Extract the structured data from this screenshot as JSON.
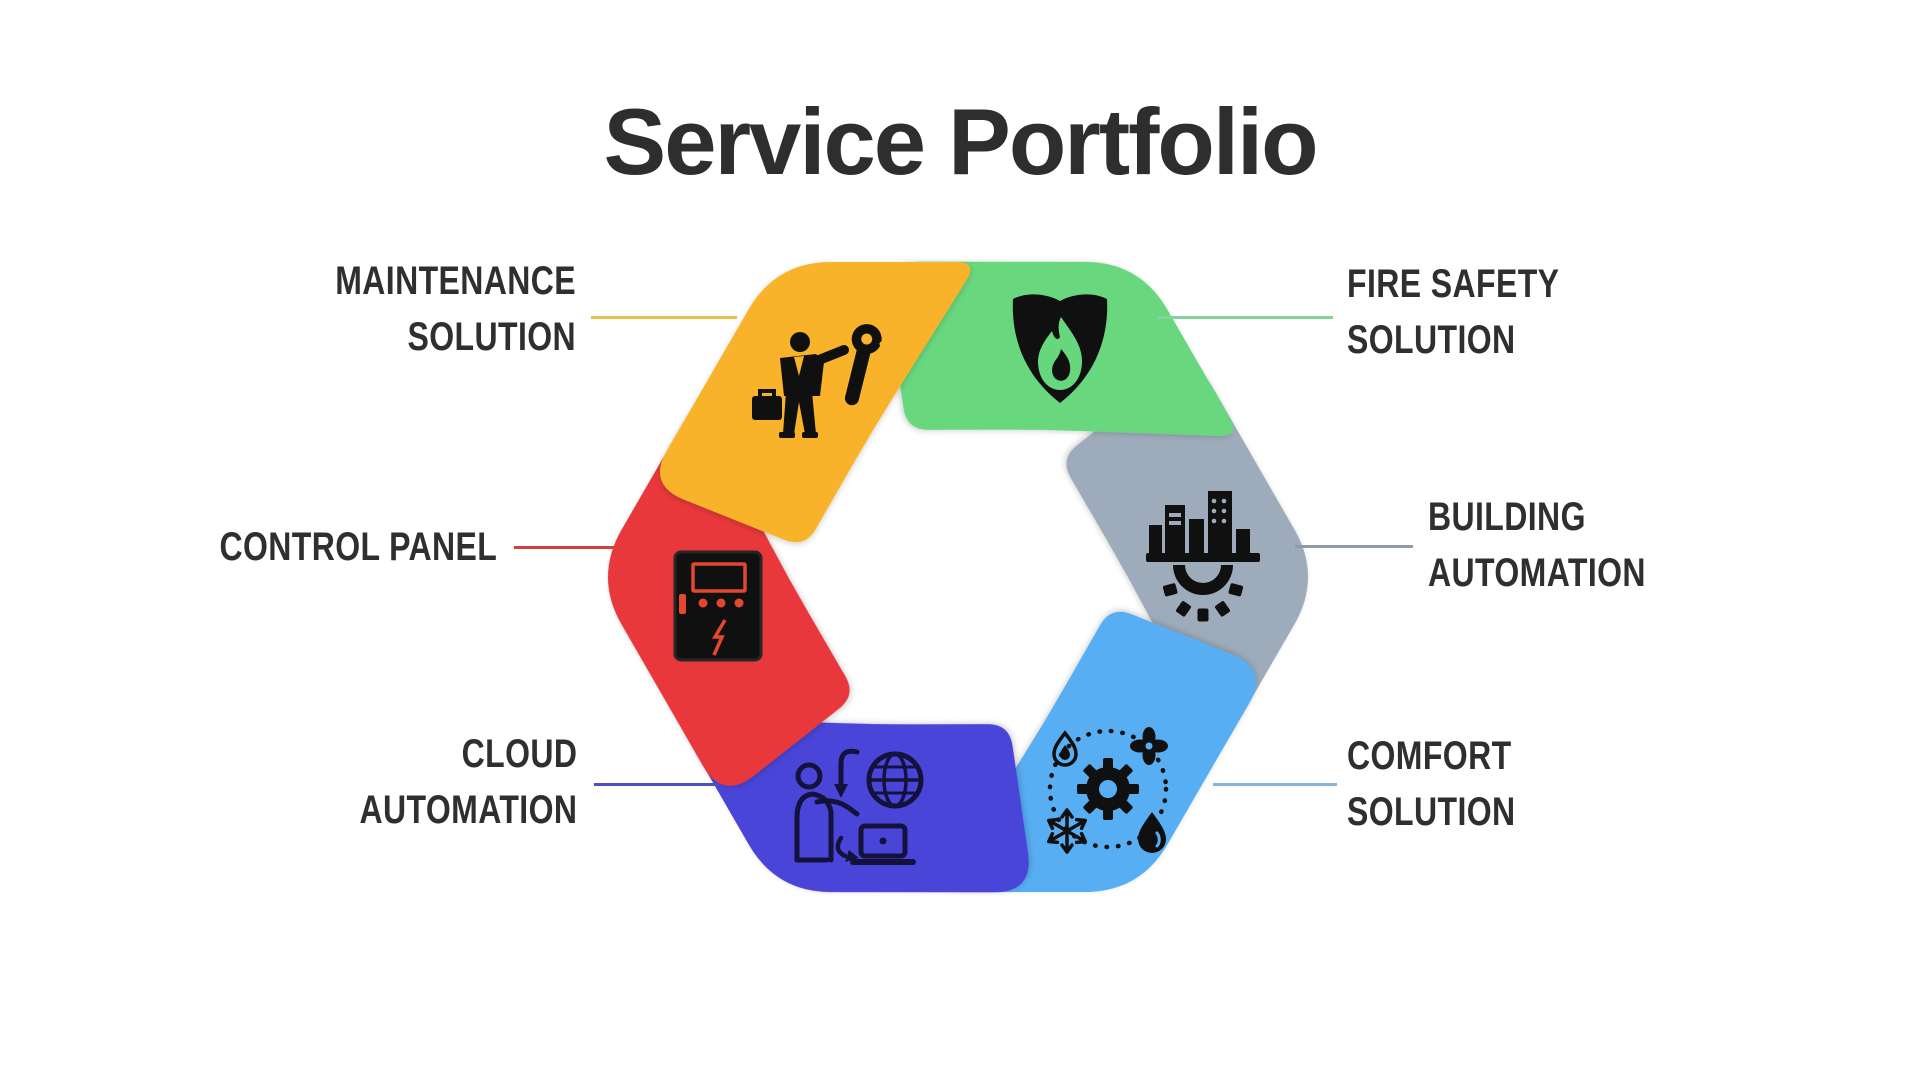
{
  "title": "Service Portfolio",
  "palette": {
    "background": "#ffffff",
    "title_color": "#2e2e2e",
    "label_color": "#2f2f2f",
    "icon_ink": "#101010",
    "cloud_ink": "#14123c",
    "panel_accent": "#e3482f"
  },
  "segments": [
    {
      "id": "maintenance",
      "label_line1": "MAINTENANCE",
      "label_line2": "SOLUTION",
      "color": "#F9B32B",
      "connector_color": "#E7C04F",
      "icon": "maintenance-worker-wrench-icon",
      "label_side": "left"
    },
    {
      "id": "fire-safety",
      "label_line1": "FIRE SAFETY",
      "label_line2": "SOLUTION",
      "color": "#67D77E",
      "connector_color": "#82D49A",
      "icon": "fire-shield-icon",
      "label_side": "right"
    },
    {
      "id": "building-automation",
      "label_line1": "BUILDING",
      "label_line2": "AUTOMATION",
      "color": "#9EABBA",
      "connector_color": "#8E9BA9",
      "icon": "building-gear-icon",
      "label_side": "right"
    },
    {
      "id": "comfort-solution",
      "label_line1": "COMFORT",
      "label_line2": "SOLUTION",
      "color": "#58AEF2",
      "connector_color": "#8FB3D6",
      "icon": "hvac-cycle-icon",
      "label_side": "right"
    },
    {
      "id": "cloud-automation",
      "label_line1": "CLOUD",
      "label_line2": "AUTOMATION",
      "color": "#4A44D9",
      "connector_color": "#4A4FC4",
      "icon": "cloud-sync-person-icon",
      "label_side": "left"
    },
    {
      "id": "control-panel",
      "label_line1": "CONTROL PANEL",
      "label_line2": "",
      "color": "#E8393B",
      "connector_color": "#D4403B",
      "icon": "control-panel-icon",
      "label_side": "left"
    }
  ]
}
